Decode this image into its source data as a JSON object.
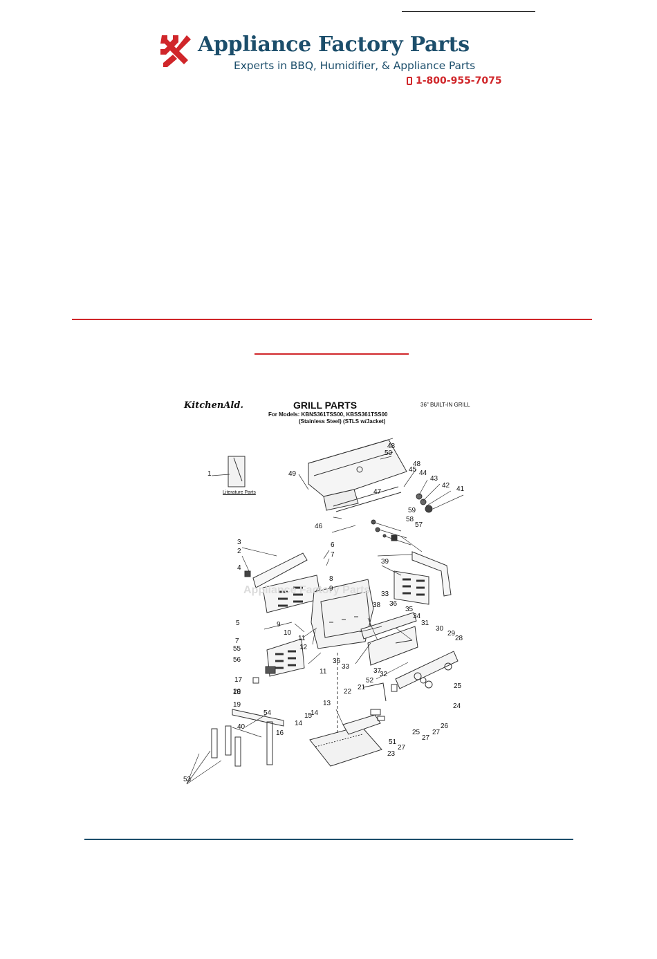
{
  "header": {
    "brand_name": "Appliance Factory Parts",
    "tagline": "Experts in BBQ, Humidifier, & Appliance Parts",
    "phone": "1-800-955-7075",
    "logo_icon": "wrench-screwdriver-icon",
    "phone_icon": "mobile-phone-icon",
    "colors": {
      "brand": "#1c4e6b",
      "accent": "#d0262a"
    }
  },
  "diagram": {
    "brand": "KitchenAld.",
    "title": "GRILL PARTS",
    "grill_type": "36\" BUILT-IN GRILL",
    "models_line": "For Models: KBNS361TSS00, KBSS361TSS00",
    "variants_line": "(Stainless Steel)  (STLS w/Jacket)",
    "literature_label": "Literature Parts",
    "callouts": [
      "1",
      "2",
      "3",
      "4",
      "5",
      "6",
      "7",
      "7",
      "8",
      "9",
      "9",
      "10",
      "11",
      "11",
      "12",
      "13",
      "14",
      "14",
      "15",
      "16",
      "17",
      "18",
      "19",
      "20",
      "21",
      "22",
      "23",
      "24",
      "25",
      "25",
      "26",
      "27",
      "27",
      "27",
      "28",
      "29",
      "30",
      "31",
      "32",
      "33",
      "33",
      "34",
      "35",
      "36",
      "36",
      "37",
      "38",
      "39",
      "40",
      "41",
      "42",
      "43",
      "44",
      "45",
      "46",
      "47",
      "48",
      "48",
      "49",
      "50",
      "51",
      "52",
      "53",
      "54",
      "55",
      "56",
      "57",
      "58",
      "59"
    ]
  }
}
